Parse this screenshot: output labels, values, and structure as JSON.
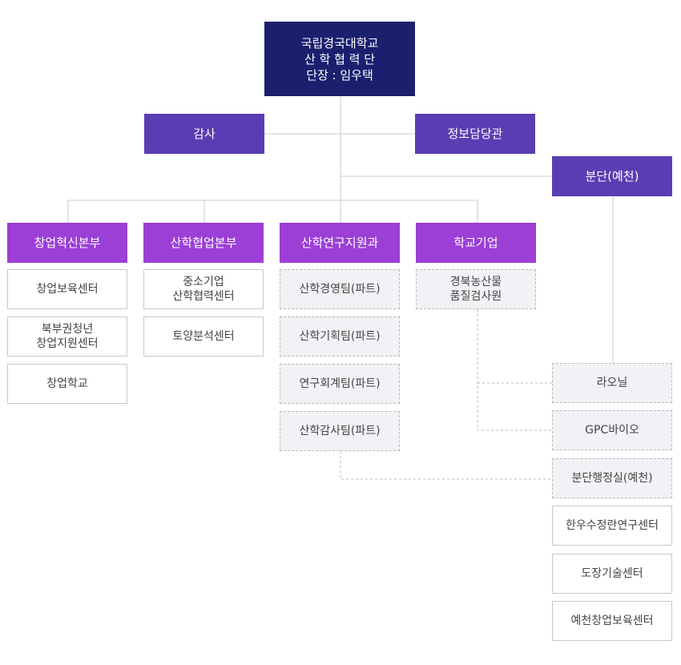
{
  "top": "국립경국대학교\n산 학 협 력 단\n단장 : 임우택",
  "audit": "감사",
  "info_officer": "정보담당관",
  "branch": "분단(예천)",
  "divisions": {
    "startup": "창업혁신본부",
    "coop": "산학협업본부",
    "research": "산학연구지원과",
    "school": "학교기업"
  },
  "startup_items": [
    "창업보육센터",
    "북부권청년\n창업지원센터",
    "창업학교"
  ],
  "coop_items": [
    "중소기업\n산학협력센터",
    "토양분석센터"
  ],
  "research_teams": [
    "산학경영팀(파트)",
    "산학기획팀(파트)",
    "연구회계팀(파트)",
    "산학감사팀(파트)"
  ],
  "school_items": [
    "경북농산물\n품질검사원"
  ],
  "branch_items": [
    "라오닐",
    "GPC바이오",
    "분단행정실(예천)",
    "한우수정란연구센터",
    "도장기술센터",
    "예천창업보육센터"
  ],
  "colors": {
    "top": "#1a1f6e",
    "head1": "#5b3db3",
    "head2": "#9b3fd6",
    "line": "#c8c8c8"
  }
}
